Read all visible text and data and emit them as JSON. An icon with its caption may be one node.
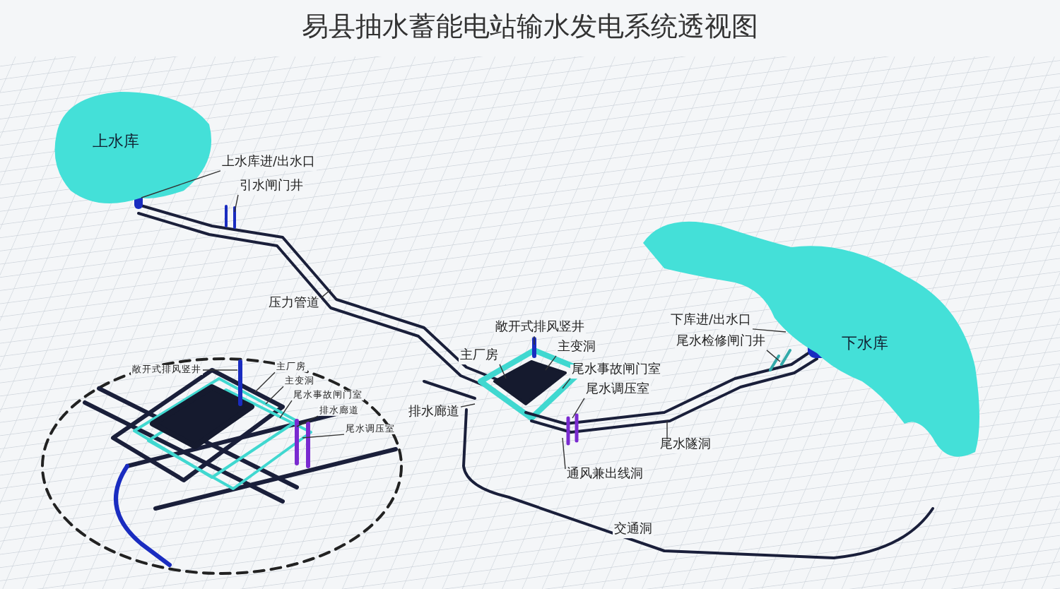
{
  "diagram": {
    "title": "易县抽水蓄能电站输水发电系统透视图",
    "nodes": [
      {
        "text": [
          "上水库"
        ]
      },
      {
        "text": [
          "下水库"
        ]
      },
      {
        "text": [
          "上水库进/出水口"
        ]
      },
      {
        "text": [
          "引水闸门井"
        ]
      },
      {
        "text": [
          "压力管道"
        ]
      },
      {
        "text": [
          "敞开式排风竖井"
        ]
      },
      {
        "text": [
          "主厂房"
        ]
      },
      {
        "text": [
          "主变洞"
        ]
      },
      {
        "text": [
          "尾水事故闸门室"
        ]
      },
      {
        "text": [
          "尾水调压室"
        ]
      },
      {
        "text": [
          "下库进/出水口"
        ]
      },
      {
        "text": [
          "尾水检修闸门井"
        ]
      },
      {
        "text": [
          "排水廊道"
        ]
      },
      {
        "text": [
          "尾水隧洞"
        ]
      },
      {
        "text": [
          "通风兼出线洞"
        ]
      },
      {
        "text": [
          "敞开式排风竖井"
        ]
      },
      {
        "text": [
          "主厂房"
        ]
      },
      {
        "text": [
          "主变洞"
        ]
      },
      {
        "text": [
          "尾水事故闸门室"
        ]
      },
      {
        "text": [
          "排水廊道"
        ]
      },
      {
        "text": [
          "尾水调压室"
        ]
      }
    ],
    "edges": [
      {
        "from": 2,
        "to": 0,
        "arrow": "none"
      },
      {
        "from": 3,
        "to": null,
        "arrow": "none"
      },
      {
        "from": 4,
        "to": null,
        "arrow": "none"
      },
      {
        "from": 5,
        "to": null,
        "arrow": "none"
      },
      {
        "from": 6,
        "to": null,
        "arrow": "none"
      },
      {
        "from": 7,
        "to": null,
        "arrow": "none"
      },
      {
        "from": 8,
        "to": null,
        "arrow": "none"
      },
      {
        "from": 9,
        "to": null,
        "arrow": "none"
      },
      {
        "from": 10,
        "to": 1,
        "arrow": "none"
      },
      {
        "from": 11,
        "to": null,
        "arrow": "none"
      },
      {
        "from": 12,
        "to": null,
        "arrow": "none"
      },
      {
        "from": 13,
        "to": null,
        "arrow": "none"
      },
      {
        "from": 14,
        "to": null,
        "arrow": "none"
      },
      {
        "from": 15,
        "to": null,
        "arrow": "none"
      },
      {
        "from": 16,
        "to": null,
        "arrow": "none"
      },
      {
        "from": 17,
        "to": null,
        "arrow": "none"
      },
      {
        "from": 18,
        "to": null,
        "arrow": "none"
      },
      {
        "from": 19,
        "to": null,
        "arrow": "none"
      },
      {
        "from": 20,
        "to": null,
        "arrow": "none"
      }
    ],
    "labels": [
      "交通洞"
    ]
  }
}
